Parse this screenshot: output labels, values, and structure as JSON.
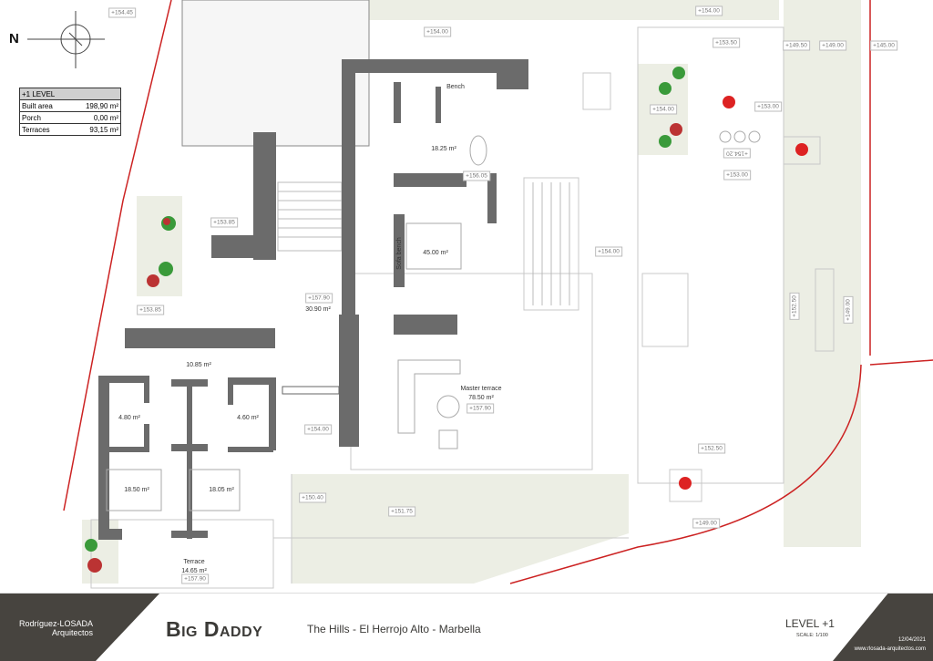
{
  "compass": {
    "north_label": "N"
  },
  "level_table": {
    "title": "+1 LEVEL",
    "rows": [
      {
        "label": "Built area",
        "value": "198,90 m²"
      },
      {
        "label": "Porch",
        "value": "0,00 m²"
      },
      {
        "label": "Terraces",
        "value": "93,15 m²"
      }
    ]
  },
  "rooms": {
    "dressing": "18.25 m²",
    "bench": "Bench",
    "sofa_bench": "Sofa bench",
    "master_bedroom": "45.00 m²",
    "living": "30.90 m²",
    "hall": "10.85 m²",
    "bath_1": "4.80 m²",
    "bath_2": "4.60 m²",
    "bedroom_1": "18.50 m²",
    "bedroom_2": "18.05 m²",
    "master_terrace_label": "Master terrace",
    "master_terrace_area": "78.50 m²",
    "terrace_label": "Terrace",
    "terrace_area": "14.65 m²"
  },
  "elevations": [
    "+154.45",
    "+154.00",
    "+154.00",
    "+153.50",
    "+149.50",
    "+149.00",
    "+145.00",
    "+154.00",
    "+153.00",
    "+154.20",
    "+153.00",
    "+156.05",
    "+153.85",
    "+153.85",
    "+157.90",
    "+154.00",
    "+152.50",
    "+149.00",
    "+154.00",
    "+157.90",
    "+152.50",
    "+150.40",
    "+151.75",
    "+149.00",
    "+157.90"
  ],
  "footer": {
    "firm_line1": "Rodríguez-LOSADA",
    "firm_line2": "Arquitectos",
    "project": "Big Daddy",
    "location": "The Hills - El Herrojo Alto - Marbella",
    "level": "LEVEL +1",
    "scale": "SCALE: 1/100",
    "date": "12/04/2021",
    "website": "www.rlosada-arquitectos.com"
  },
  "colors": {
    "wall": "#6b6b6b",
    "garden": "#eceee4",
    "boundary": "#cc2222",
    "footer_dark": "#47443f"
  }
}
